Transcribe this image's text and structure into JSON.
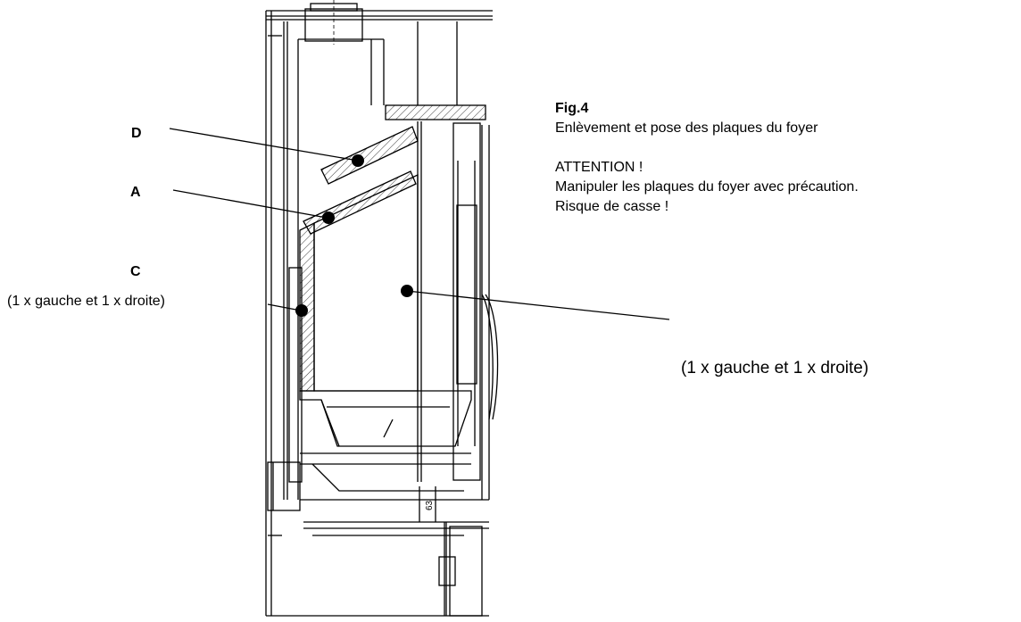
{
  "figure": {
    "title": "Fig.4",
    "subtitle": "Enlèvement et pose des plaques du foyer",
    "warning_title": "ATTENTION !",
    "warning_line1": "Manipuler les plaques du foyer avec précaution.",
    "warning_line2": "Risque de casse !"
  },
  "labels": {
    "d": "D",
    "a": "A",
    "c": "C",
    "c_note": "(1 x gauche et 1 x droite)",
    "right_note": "(1 x gauche et 1 x droite)"
  },
  "dimension": {
    "value": "63"
  }
}
